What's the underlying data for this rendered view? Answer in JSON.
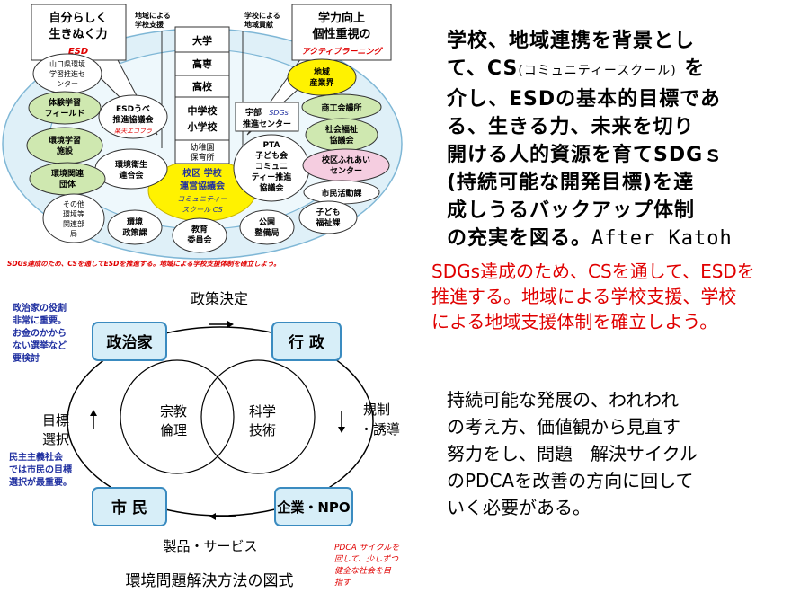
{
  "top_diagram": {
    "callout_left": {
      "line1": "自分らしく",
      "line2": "生きぬく力",
      "accent": "ESD"
    },
    "callout_right": {
      "line1": "学力向上",
      "line2": "個性重視の",
      "accent": "アクティブラーニング"
    },
    "tag_left": {
      "line1": "地域による",
      "line2": "学校支援"
    },
    "tag_right": {
      "line1": "学校による",
      "line2": "地域貢献"
    },
    "ladder": [
      "大学",
      "高専",
      "高校",
      "中学校",
      "小学校",
      "幼稚園",
      "保育所"
    ],
    "center": {
      "line1": "校区 学校",
      "line2": "運営協議会",
      "line3": "コミュニティー",
      "line4": "スクール CS"
    },
    "inner_left": {
      "line1": "ESDうべ",
      "line2": "推進協議会",
      "accent": "楽天エコブラ"
    },
    "inner_left2": {
      "line1": "環境衛生",
      "line2": "連合会"
    },
    "inner_right_top": {
      "line1": "宇部",
      "line1b": "SDGs",
      "line2": "推進センター"
    },
    "inner_right": {
      "line1": "PTA",
      "line2": "子ども会",
      "line3": "コミュニ",
      "line4": "ティー推進",
      "line5": "協議会"
    },
    "outer_left": [
      {
        "id": "yamaguchi",
        "lines": [
          "山口県環境",
          "学習推進セ",
          "ンター"
        ]
      },
      {
        "id": "taiken",
        "lines": [
          "体験学習",
          "フィールド"
        ]
      },
      {
        "id": "kankyo-shisetsu",
        "lines": [
          "環境学習",
          "施設"
        ]
      },
      {
        "id": "kankyo-dantai",
        "lines": [
          "環境関連",
          "団体"
        ]
      },
      {
        "id": "sonota",
        "lines": [
          "その他",
          "環境等",
          "関連部",
          "局"
        ]
      }
    ],
    "outer_bottom": [
      {
        "id": "kankyo-seisaku",
        "lines": [
          "環境",
          "政策課"
        ]
      },
      {
        "id": "kyoiku",
        "lines": [
          "教育",
          "委員会"
        ]
      },
      {
        "id": "koen",
        "lines": [
          "公園",
          "整備局"
        ]
      }
    ],
    "outer_right": [
      {
        "id": "chiiki",
        "lines": [
          "地域",
          "産業界"
        ]
      },
      {
        "id": "shoko",
        "lines": [
          "商工会議所"
        ]
      },
      {
        "id": "shakai",
        "lines": [
          "社会福祉",
          "協議会"
        ]
      },
      {
        "id": "fureai",
        "lines": [
          "校区ふれあい",
          "センター"
        ]
      },
      {
        "id": "shimin",
        "lines": [
          "市民活動課"
        ]
      },
      {
        "id": "kodomo",
        "lines": [
          "子ども",
          "福祉課"
        ]
      }
    ],
    "caption": "SDGs達成のため、CSを通してESDを推進する。地域による学校支援体制を確立しよう。"
  },
  "cycle_diagram": {
    "nodes": {
      "politician": "政治家",
      "government": "行 政",
      "citizen": "市 民",
      "company": "企業・NPO"
    },
    "edges": {
      "top": "政策決定",
      "right_line1": "規制",
      "right_line2": "・誘導",
      "bottom": "製品・サービス",
      "left_line1": "目標",
      "left_line2": "選択"
    },
    "circles": {
      "left_line1": "宗教",
      "left_line2": "倫理",
      "right_line1": "科学",
      "right_line2": "技術"
    },
    "note_top_left": [
      "政治家の役割",
      "非常に重要。",
      "お金のかから",
      "ない選挙など",
      "要検討"
    ],
    "note_bottom_left": [
      "民主主義社会",
      "では市民の目標",
      "選択が最重要。"
    ],
    "note_bottom_right": [
      "PDCA サイクルを",
      "回して、少しずつ",
      "健全な社会を目",
      "指す"
    ],
    "title": "環境問題解決方法の図式"
  },
  "text": {
    "p1": {
      "l1": "学校、地域連携を背景とし",
      "l2a": "て、CS",
      "l2b": "(コミュニティースクール)",
      "l2c": " を",
      "l3": "介し、ESDの基本的目標であ",
      "l4": "る、生きる力、未来を切り",
      "l5": "開ける人的資源を育てSDGｓ",
      "l6": "(持続可能な開発目標)を達",
      "l7": "成しうるバックアップ体制",
      "l8a": "の充実を図る。",
      "l8b": "After Katoh"
    },
    "p2": {
      "l1": "SDGs達成のため、CSを通して、ESDを",
      "l2": "推進する。地域による学校支援、学校",
      "l3": "による地域支援体制を確立しよう。"
    },
    "p3": {
      "l1": "持続可能な発展の、われわれ",
      "l2": "の考え方、価値観から見直す",
      "l3": "努力をし、問題　解決サイクル",
      "l4": "のPDCAを改善の方向に回して",
      "l5": "いく必要がある。"
    }
  },
  "colors": {
    "accent_red": "#e00000",
    "note_blue": "#1f2fa0",
    "node_fill": "#d7eef8",
    "node_stroke": "#3a8bc0",
    "yellow": "#fff200",
    "green": "#cfe8b0",
    "pink": "#f5cde0"
  }
}
